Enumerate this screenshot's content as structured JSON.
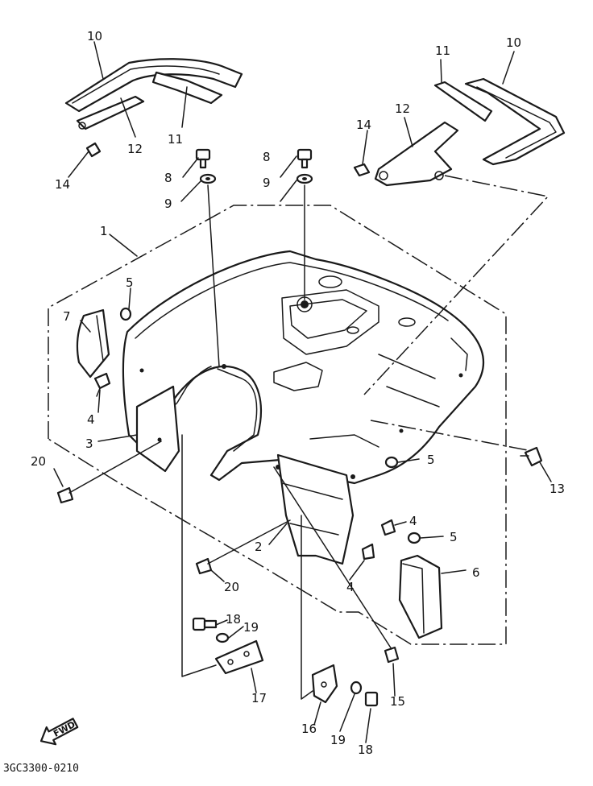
{
  "drawing": {
    "code": "3GC3300-0210",
    "fwd_label": "FWD"
  },
  "callouts": {
    "c1": "1",
    "c2": "2",
    "c3": "3",
    "c4a": "4",
    "c4b": "4",
    "c4c": "4",
    "c5a": "5",
    "c5b": "5",
    "c5c": "5",
    "c6": "6",
    "c7": "7",
    "c8a": "8",
    "c8b": "8",
    "c9a": "9",
    "c9b": "9",
    "c10a": "10",
    "c10b": "10",
    "c11a": "11",
    "c11b": "11",
    "c12a": "12",
    "c12b": "12",
    "c13": "13",
    "c14a": "14",
    "c14b": "14",
    "c15": "15",
    "c16": "16",
    "c17": "17",
    "c18a": "18",
    "c18b": "18",
    "c19a": "19",
    "c19b": "19",
    "c20a": "20",
    "c20b": "20"
  }
}
